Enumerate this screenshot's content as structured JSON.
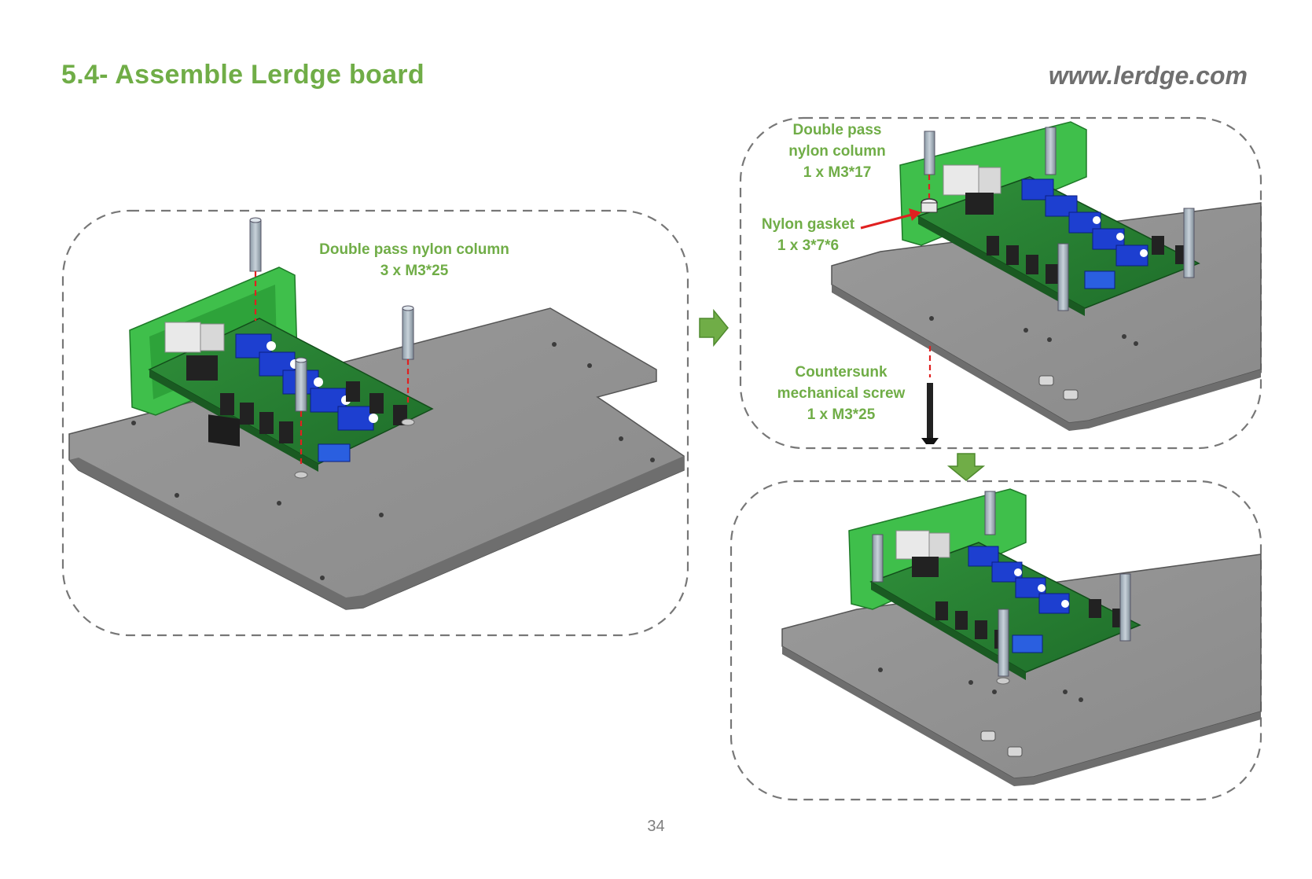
{
  "page": {
    "section_title": "5.4- Assemble Lerdge board",
    "website": "www.lerdge.com",
    "page_number": "34"
  },
  "panel_left": {
    "label_line1": "Double pass nylon column",
    "label_line2": "3 x M3*25"
  },
  "panel_top_right": {
    "column_label_line1": "Double pass",
    "column_label_line2": "nylon column",
    "column_label_line3": "1 x M3*17",
    "gasket_label_line1": "Nylon gasket",
    "gasket_label_line2": "1 x 3*7*6",
    "screw_label_line1": "Countersunk",
    "screw_label_line2": "mechanical screw",
    "screw_label_line3": "1 x M3*25"
  },
  "colors": {
    "accent_green": "#70ad47",
    "website_gray": "#6f6f6f",
    "pointer_red": "#e02020"
  }
}
